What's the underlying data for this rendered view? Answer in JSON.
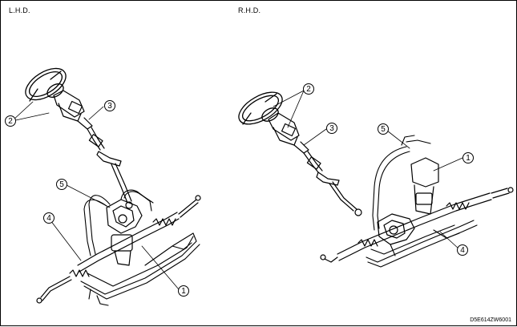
{
  "panels": {
    "left": {
      "title": "L.H.D."
    },
    "right": {
      "title": "R.H.D."
    }
  },
  "callouts": {
    "left": [
      "2",
      "2",
      "3",
      "5",
      "4",
      "1"
    ],
    "right": [
      "2",
      "2",
      "3",
      "5",
      "1",
      "4"
    ]
  },
  "figure_code": "D5E614ZW6001",
  "colors": {
    "line": "#000000",
    "background": "#ffffff"
  }
}
